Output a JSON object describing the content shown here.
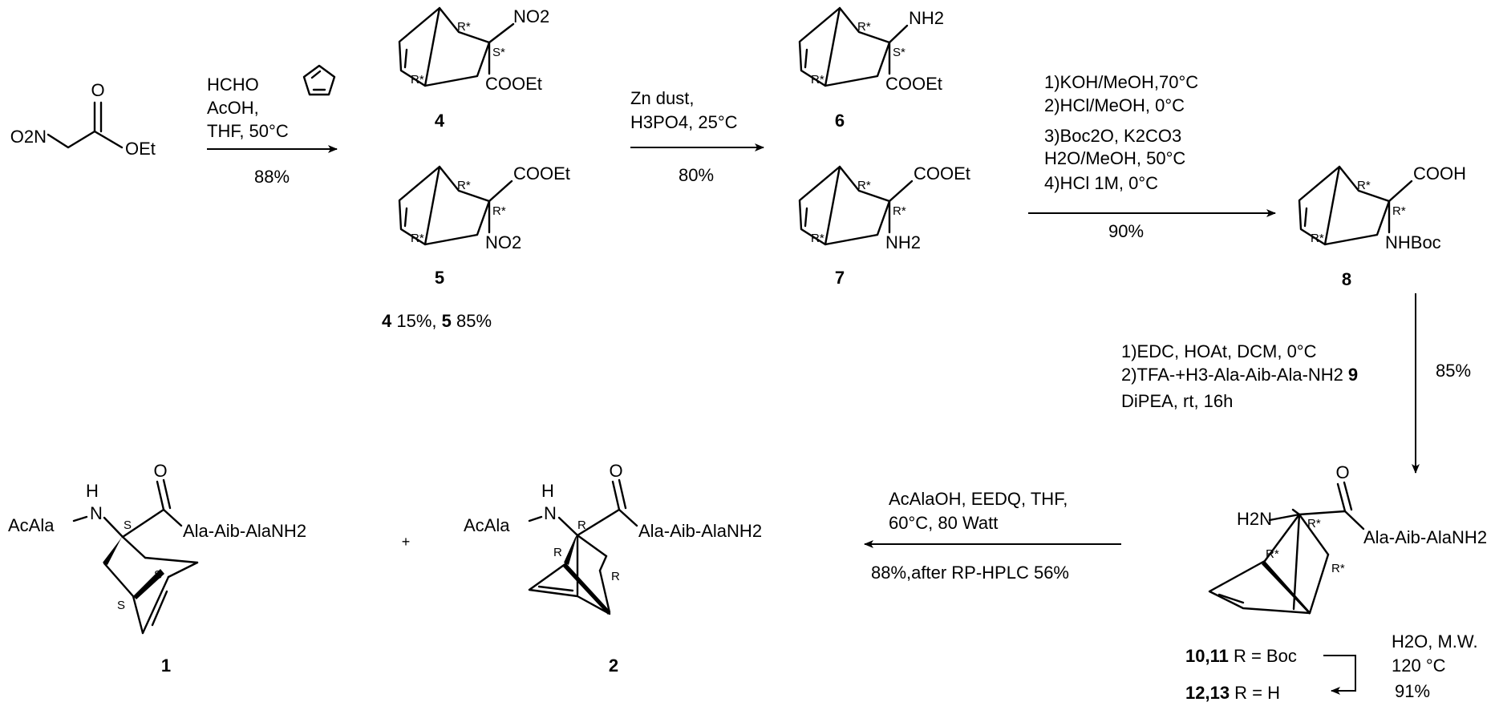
{
  "colors": {
    "ink": "#000000",
    "background": "#ffffff"
  },
  "start": {
    "left": "O2N",
    "right": "OEt",
    "carbonyl": "O"
  },
  "step1": {
    "reagent1": "HCHO",
    "reagent2": "AcOH,",
    "reagent3": "THF, 50°C",
    "yield": "88%"
  },
  "c4": {
    "number": "4",
    "group1": "NO2",
    "group2": "COOEt",
    "ster1": "R*",
    "ster2": "S*",
    "ster3": "R*"
  },
  "c5": {
    "number": "5",
    "group1": "COOEt",
    "group2": "NO2",
    "ster1": "R*",
    "ster2": "R*",
    "ster3": "R*"
  },
  "ratio": {
    "n4": "4",
    "p4": " 15%, ",
    "n5": "5",
    "p5": " 85%"
  },
  "step2": {
    "reagent1": "Zn dust,",
    "reagent2": "H3PO4, 25°C",
    "yield": "80%"
  },
  "c6": {
    "number": "6",
    "group1": "NH2",
    "group2": "COOEt",
    "ster1": "R*",
    "ster2": "S*",
    "ster3": "R*"
  },
  "c7": {
    "number": "7",
    "group1": "COOEt",
    "group2": "NH2",
    "ster1": "R*",
    "ster2": "R*",
    "ster3": "R*"
  },
  "step3": {
    "l1": "1)KOH/MeOH,70°C",
    "l2": "2)HCl/MeOH, 0°C",
    "l3": "3)Boc2O, K2CO3",
    "l4": "H2O/MeOH, 50°C",
    "l5": "4)HCl 1M, 0°C",
    "yield": "90%"
  },
  "c8": {
    "number": "8",
    "group1": "COOH",
    "group2": "NHBoc",
    "ster1": "R*",
    "ster2": "R*",
    "ster3": "R*"
  },
  "step4": {
    "l1": "1)EDC, HOAt, DCM, 0°C",
    "l2": "2)TFA-+H3-Ala-Aib-Ala-NH2",
    "l2num": "9",
    "l3": "DiPEA, rt, 16h",
    "yield": "85%"
  },
  "c10": {
    "amine": "H2N",
    "carbonyl": "O",
    "peptide": "Ala-Aib-AlaNH2",
    "ster1": "R*",
    "ster2": "R*",
    "ster3": "R*",
    "labelA_num": "10,11",
    "labelA_text": " R = Boc",
    "labelB_num": "12,13",
    "labelB_text": " R = H"
  },
  "step6": {
    "l1": "H2O, M.W.",
    "l2": "120 °C",
    "l3": "91%"
  },
  "step5": {
    "l1": "AcAlaOH, EEDQ, THF,",
    "l2": "60°C, 80 Watt",
    "yield": "88%,after RP-HPLC 56%"
  },
  "c1": {
    "number": "1",
    "acyl": "AcAla",
    "nh": "H",
    "n": "N",
    "carbonyl": "O",
    "peptide": "Ala-Aib-AlaNH2",
    "ster1": "S",
    "ster2": "S",
    "ster3": "S"
  },
  "plus": "+",
  "c2": {
    "number": "2",
    "acyl": "AcAla",
    "nh": "H",
    "n": "N",
    "carbonyl": "O",
    "peptide": "Ala-Aib-AlaNH2",
    "ster1": "R",
    "ster2": "R",
    "ster3": "R"
  }
}
